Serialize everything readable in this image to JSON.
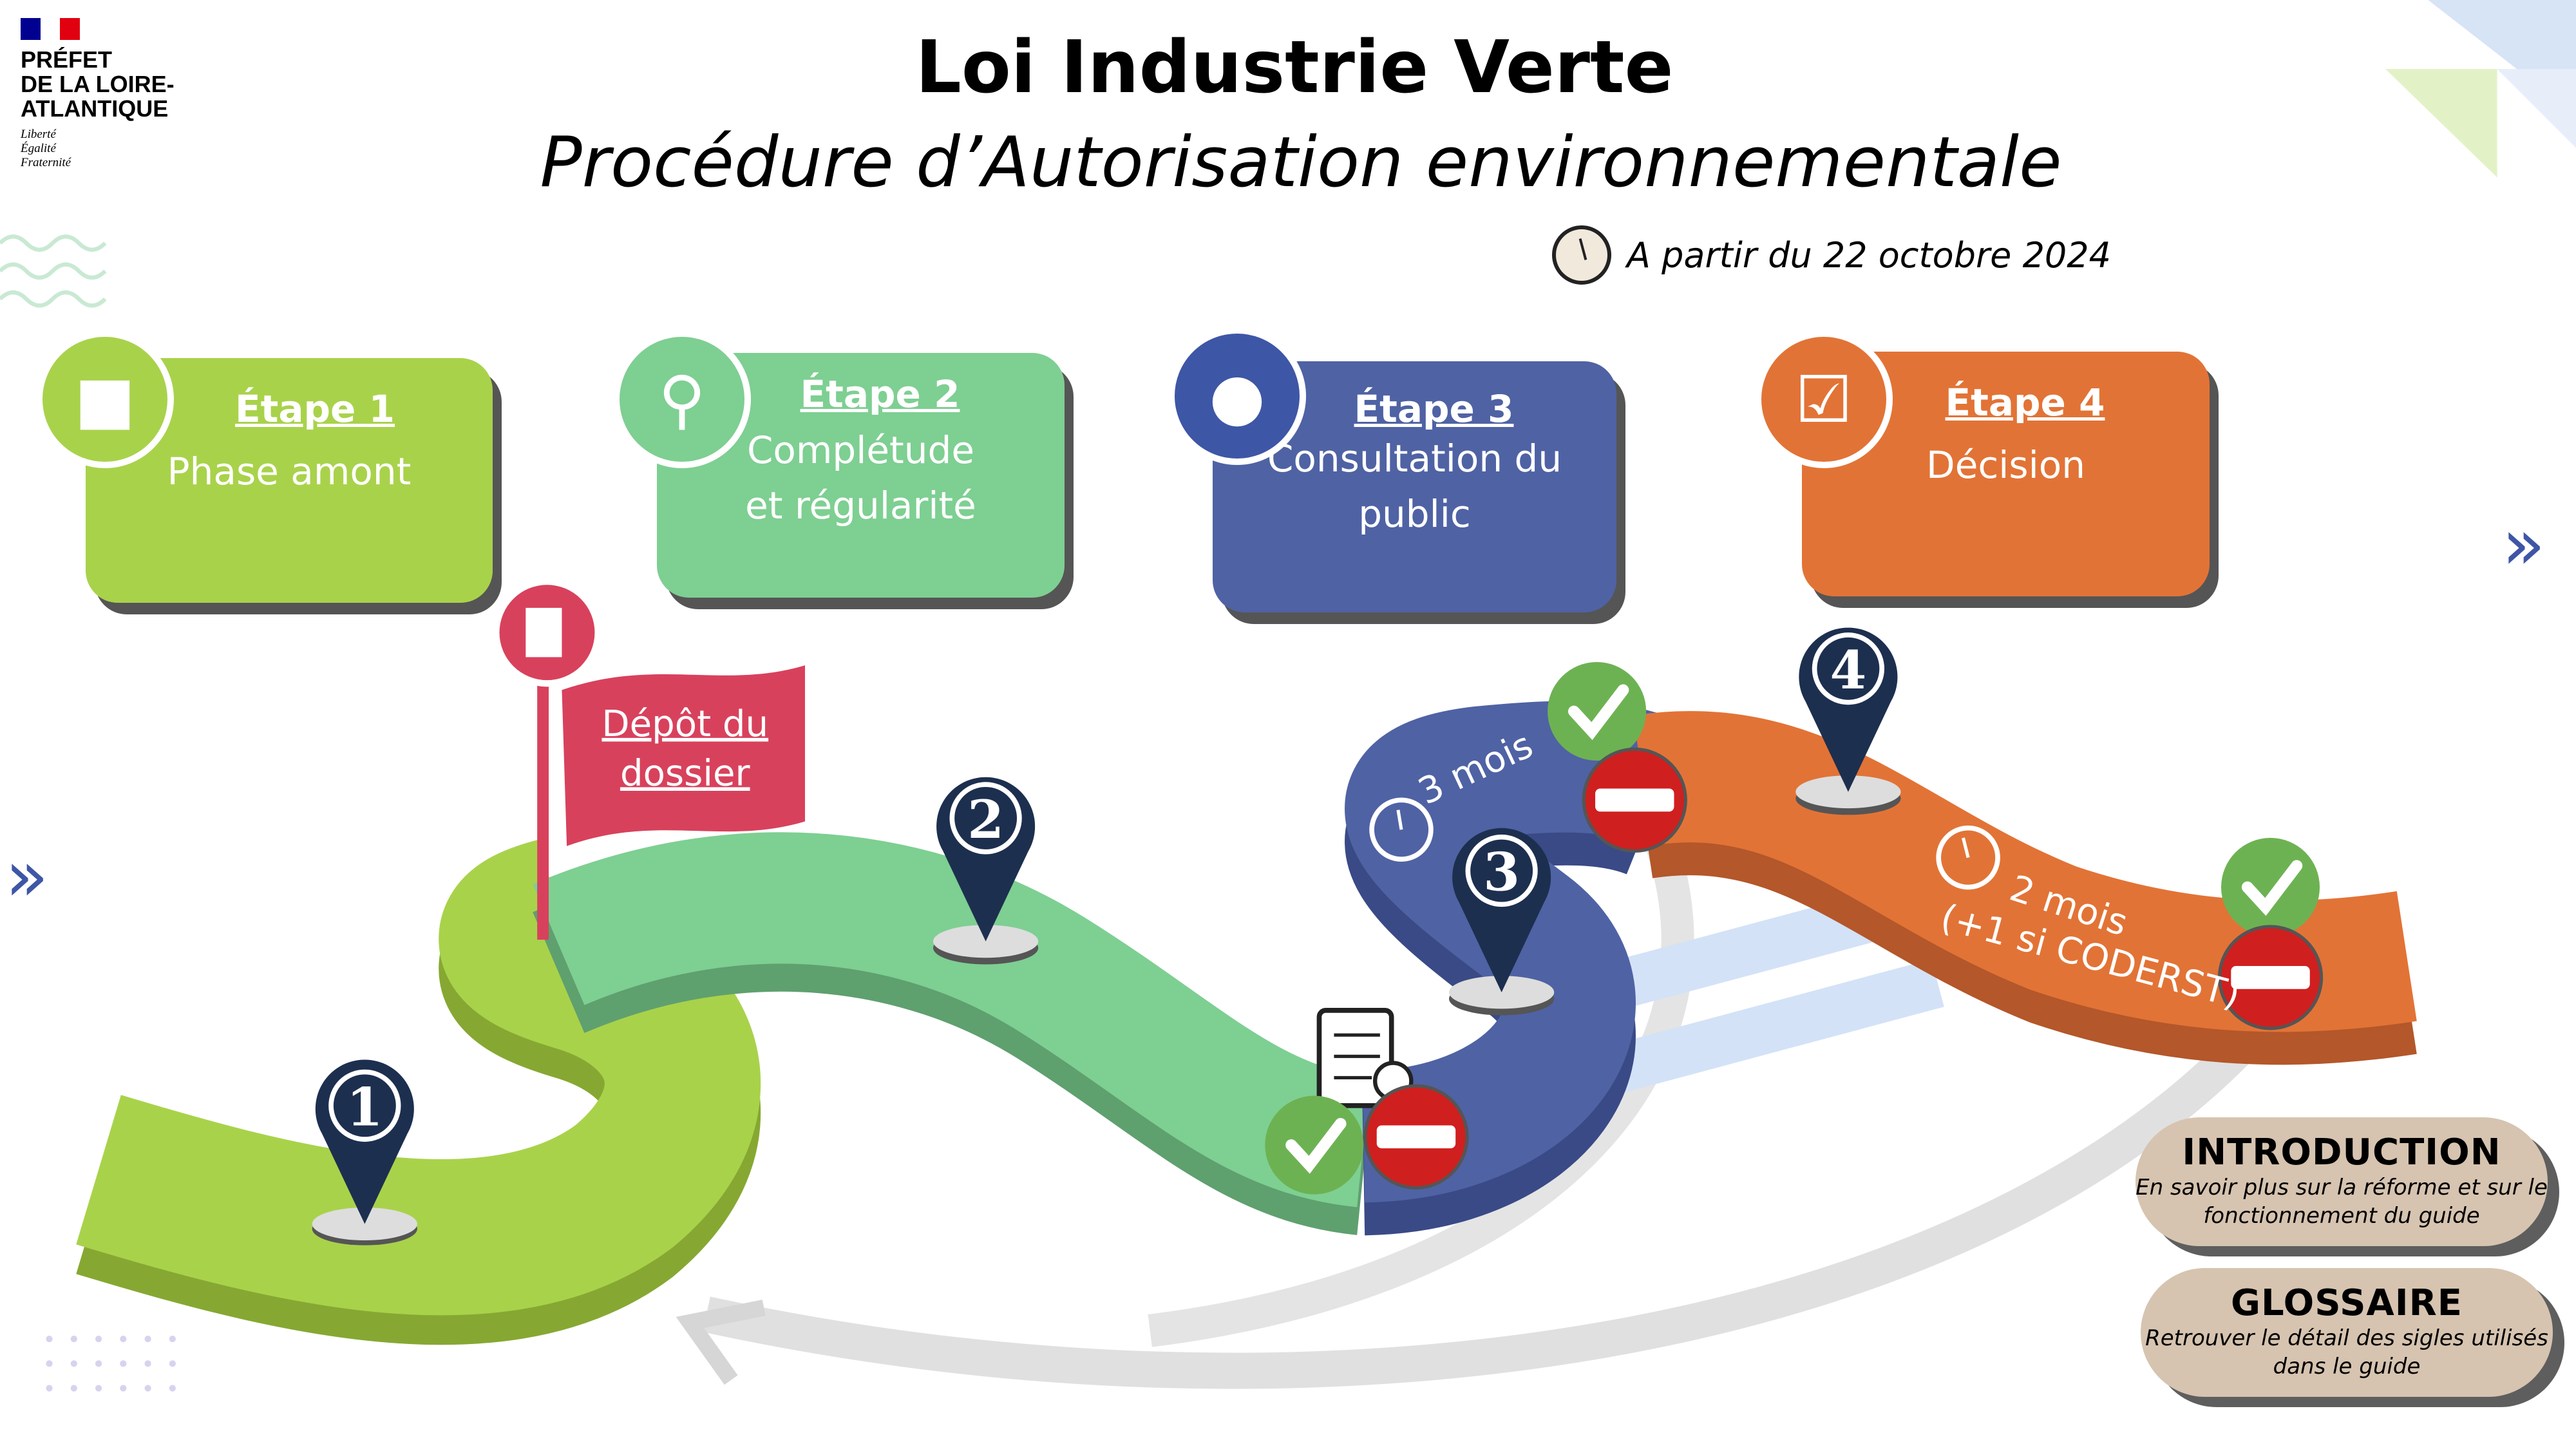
{
  "logo": {
    "name_lines": [
      "PRÉFET",
      "DE LA LOIRE-",
      "ATLANTIQUE"
    ],
    "motto": [
      "Liberté",
      "Égalité",
      "Fraternité"
    ],
    "flag_colors": [
      "#000091",
      "#ffffff",
      "#e1000f"
    ]
  },
  "header": {
    "title": "Loi Industrie Verte",
    "subtitle": "Procédure d’Autorisation environnementale",
    "date_icon": "clock-icon",
    "date": "A partir du 22 octobre 2024"
  },
  "steps": [
    {
      "label": "Étape 1",
      "desc1": "Phase amont",
      "desc2": "",
      "color": "#a9d24b",
      "icon": "meeting-icon"
    },
    {
      "label": "Étape 2",
      "desc1": "Complétude",
      "desc2": "et régularité",
      "color": "#7ecf92",
      "icon": "magnifier-icon"
    },
    {
      "label": "Étape 3",
      "desc1": "Consultation du",
      "desc2": "public",
      "color": "#4f62a4",
      "icon": "public-discussion-icon"
    },
    {
      "label": "Étape 4",
      "desc1": "Décision",
      "desc2": "",
      "color": "#e27336",
      "icon": "decision-checkbox-icon"
    }
  ],
  "road": {
    "flag_label_1": "Dépôt du",
    "flag_label_2": "dossier",
    "pins": [
      "1",
      "2",
      "3",
      "4"
    ],
    "duration_3": "3 mois",
    "duration_4_line1": "2 mois",
    "duration_4_line2": "(+1 si CODERST)",
    "colors": {
      "pin": "#1d2f4f",
      "accept": "#6db252",
      "reject": "#d01f1f",
      "flag": "#d8415c"
    }
  },
  "buttons": {
    "intro_title": "INTRODUCTION",
    "intro_sub1": "En savoir plus sur la réforme et sur le",
    "intro_sub2": "fonctionnement du guide",
    "glossary_title": "GLOSSAIRE",
    "glossary_sub1": "Retrouver le détail des sigles utilisés",
    "glossary_sub2": "dans le guide"
  },
  "nav": {
    "next_icon": "double-chevron-right-icon",
    "prev_icon": "double-chevron-right-icon"
  }
}
